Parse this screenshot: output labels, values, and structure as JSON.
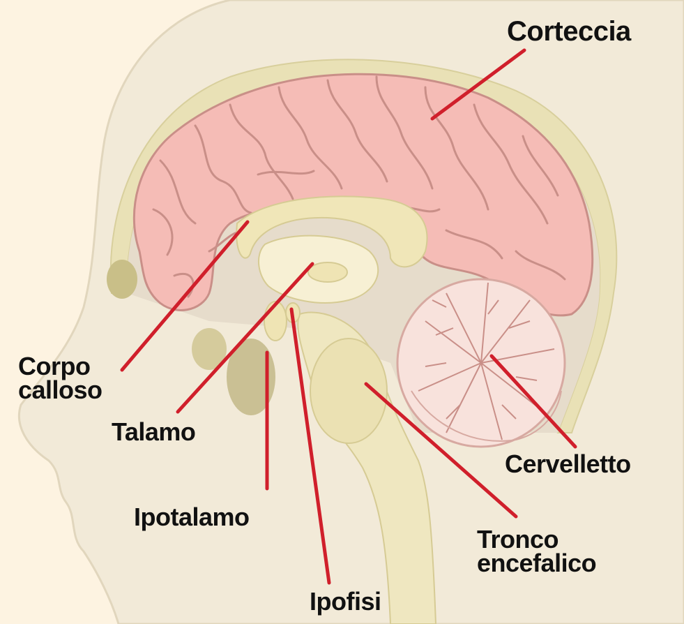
{
  "diagram": {
    "labels": {
      "cortex": "Corteccia",
      "corpus_callosum": "Corpo\ncalloso",
      "thalamus": "Talamo",
      "hypothalamus": "Ipotalamo",
      "pituitary": "Ipofisi",
      "brainstem": "Tronco\nencefalico",
      "cerebellum": "Cervelletto"
    },
    "colors": {
      "background": "#fdf3e1",
      "head_skin": "#f2ead8",
      "cortex": "#f5bcb6",
      "cortex_outline": "#c98f88",
      "white_matter": "#f0e6b8",
      "cerebellum": "#f8e2dc",
      "leader_line": "#d01f2b"
    }
  }
}
